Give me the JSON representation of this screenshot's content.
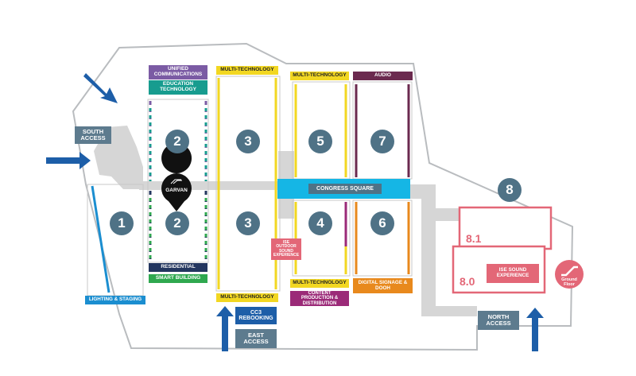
{
  "colors": {
    "hall_number": "#4f7286",
    "access_box": "#5d7b8e",
    "yellow": "#f2d722",
    "purple": "#7b5ba4",
    "teal": "#179c8f",
    "navy": "#23365f",
    "green": "#2fa84f",
    "blue": "#1b8ed0",
    "magenta": "#9b2a78",
    "orange": "#e8891d",
    "pink": "#e36777",
    "cyan": "#15b6e5",
    "wine": "#6b2a4f",
    "arrow": "#1d5ea8",
    "outline": "#b9bcbf",
    "walkway": "#d6d6d6"
  },
  "halls": {
    "h1": "1",
    "h2_top": "2",
    "h2_bottom": "2",
    "h3_top": "3",
    "h3_bottom": "3",
    "h4": "4",
    "h5": "5",
    "h6": "6",
    "h7": "7",
    "h8": "8",
    "h8_1": "8.1",
    "h8_0": "8.0"
  },
  "labels": {
    "unified_communications": "UNIFIED COMMUNICATIONS",
    "education_technology": "EDUCATION TECHNOLOGY",
    "multi_technology_hall3_top": "MULTI-TECHNOLOGY",
    "multi_technology_hall5": "MULTI-TECHNOLOGY",
    "audio": "AUDIO",
    "congress_square": "CONGRESS SQUARE",
    "ise_outdoor_sound": "ISE OUTDOOR SOUND EXPERIENCE",
    "residential": "RESIDENTIAL",
    "smart_building": "SMART BUILDING",
    "lighting_staging": "LIGHTING & STAGING",
    "multi_technology_hall3_bottom": "MULTI-TECHNOLOGY",
    "multi_technology_hall4": "MULTI-TECHNOLOGY",
    "content_production": "CONTENT PRODUCTION & DISTRIBUTION",
    "digital_signage": "DIGITAL SIGNAGE & DOOH",
    "ise_sound_experience": "ISE SOUND EXPERIENCE",
    "cc3_rebooking": "CC3 REBOOKING",
    "ground_floor": "Ground Floor"
  },
  "access": {
    "south": "SOUTH ACCESS",
    "east": "EAST ACCESS",
    "north": "NORTH ACCESS"
  },
  "garvan": {
    "name": "GARVAN",
    "icon": "garvan-logo-icon"
  },
  "icons": {
    "escalator": "escalator-icon",
    "arrows": "entrance-arrow-icon"
  }
}
